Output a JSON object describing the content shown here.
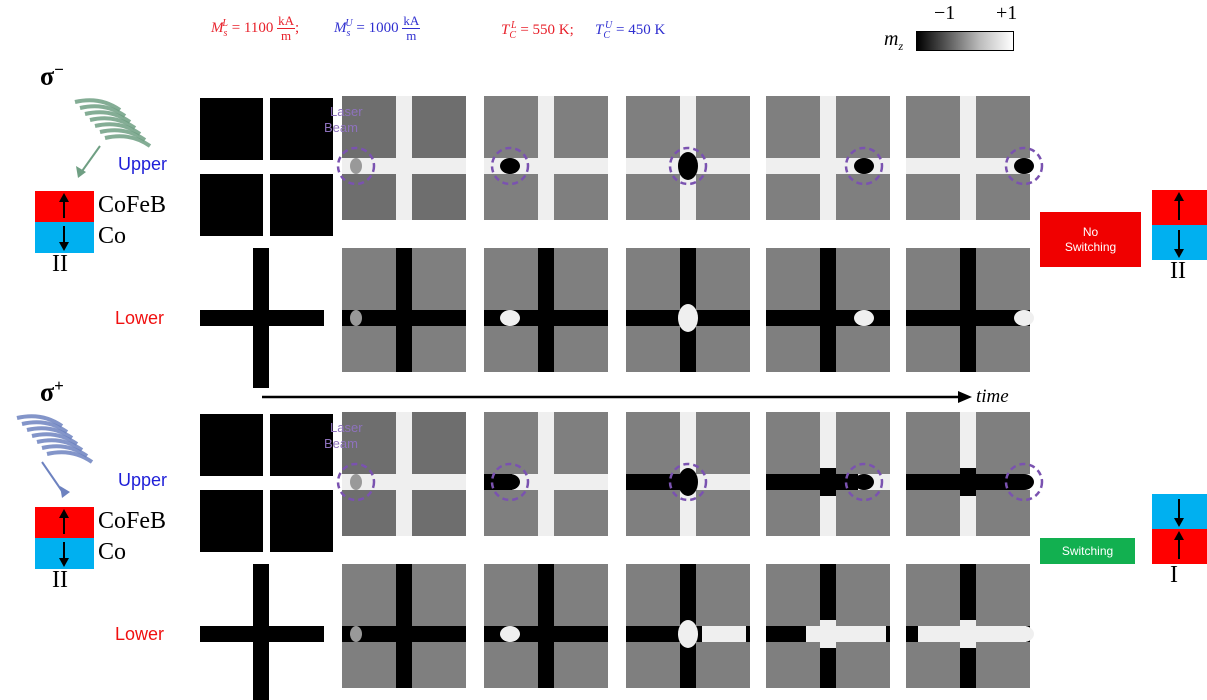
{
  "header": {
    "ms_lower_label": "M",
    "ms_lower_sub": "s",
    "ms_lower_sup": "L",
    "ms_lower_value": "= 1100",
    "ms_unit_num": "kA",
    "ms_unit_den": "m",
    "ms_upper_label": "M",
    "ms_upper_sub": "s",
    "ms_upper_sup": "U",
    "ms_upper_value": "= 1000",
    "tc_lower_label": "T",
    "tc_lower_sub": "C",
    "tc_lower_sup": "L",
    "tc_lower_value": "= 550 K",
    "tc_upper_label": "T",
    "tc_upper_sub": "C",
    "tc_upper_sup": "U",
    "tc_upper_value": "= 450 K",
    "separator": ";"
  },
  "colorbar": {
    "min_label": "−1",
    "max_label": "+1",
    "axis_label": "m",
    "axis_sub": "z"
  },
  "time_axis": {
    "label": "time"
  },
  "panels": [
    {
      "id": "sigma-minus",
      "helicity_symbol": "σ",
      "helicity_sign": "−",
      "beam_color": "#6f9f83",
      "top_layer": "CoFeB",
      "bottom_layer": "Co",
      "initial_state": "II",
      "upper_label": "Upper",
      "lower_label": "Lower",
      "beam_label_line1": "Laser",
      "beam_label_line2": "Beam",
      "result_line1": "No",
      "result_line2": "Switching",
      "result_color": "#f00000",
      "final_state": "II"
    },
    {
      "id": "sigma-plus",
      "helicity_symbol": "σ",
      "helicity_sign": "+",
      "beam_color": "#6d82c0",
      "top_layer": "CoFeB",
      "bottom_layer": "Co",
      "initial_state": "II",
      "upper_label": "Upper",
      "lower_label": "Lower",
      "beam_label_line1": "Laser",
      "beam_label_line2": "Beam",
      "result_line1": "",
      "result_line2": "Switching",
      "result_color": "#12b050",
      "final_state": "I"
    }
  ],
  "colors": {
    "upper_label": "#1f1fd8",
    "lower_label": "#f01010",
    "layer_red": "#ff0000",
    "layer_blue": "#00b0f0",
    "marker_purple": "#7a52b0",
    "frame_gray": "#7f7f7f",
    "stripe_white": "#efefef",
    "magnet_black": "#000000"
  }
}
